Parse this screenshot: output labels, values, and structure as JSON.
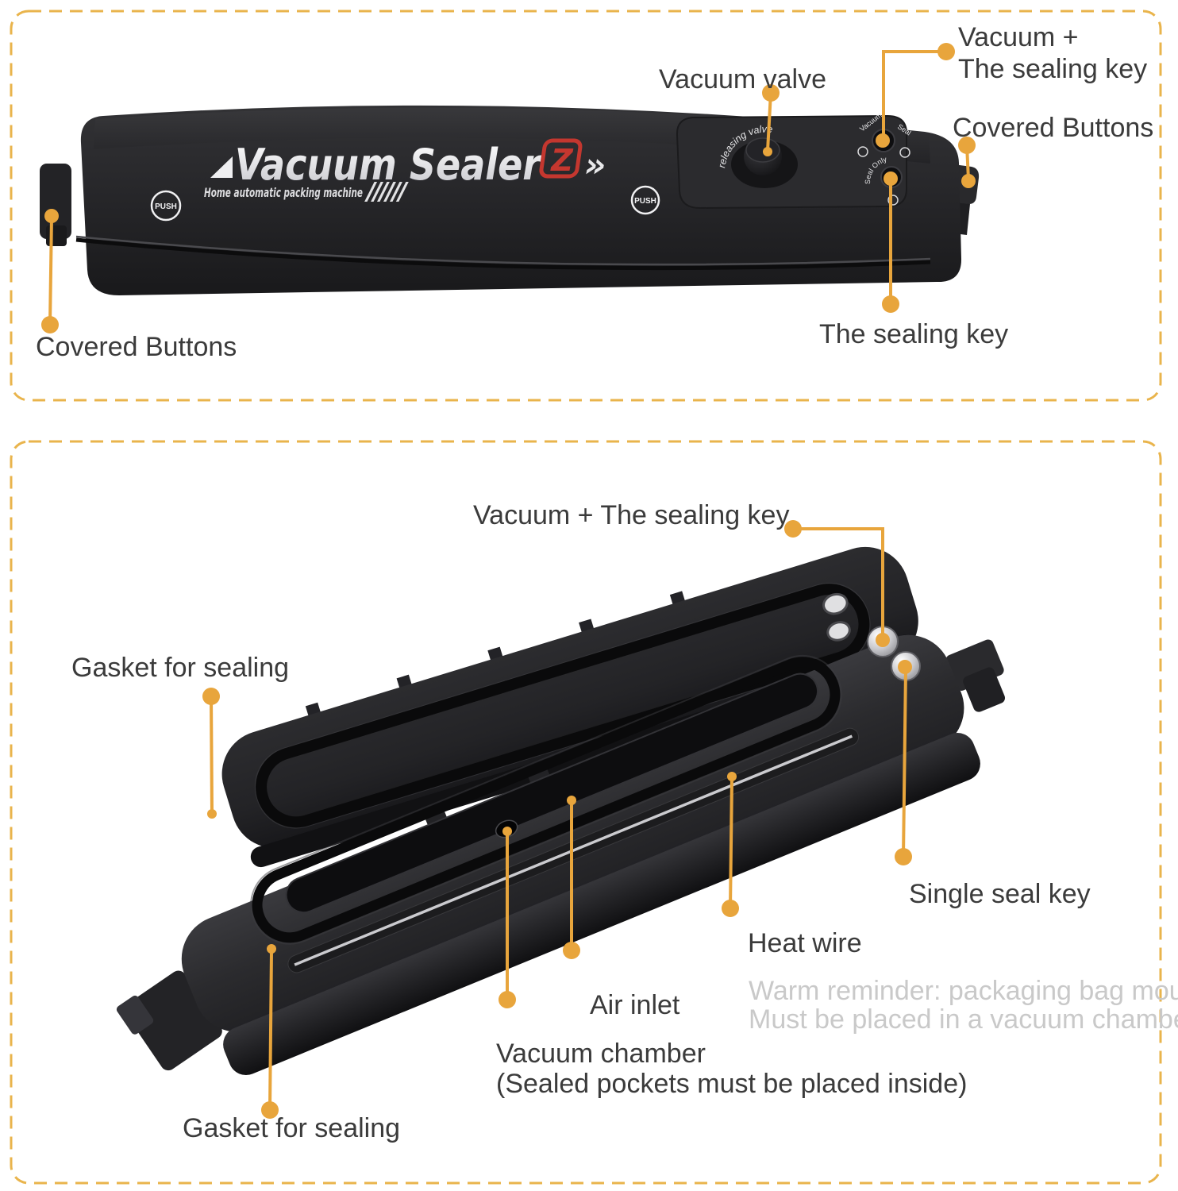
{
  "accent": {
    "panel_border_color": "#e9b44c",
    "leader_color": "#e8a53c",
    "label_color": "#3b3b3b",
    "reminder_color": "#c9c9c9",
    "brand_z_color": "#c4372f"
  },
  "top_panel": {
    "device": {
      "brand": "Vacuum Sealer",
      "brand_z": "Z",
      "brand_chevrons": "»",
      "subtitle": "Home automatic packing machine",
      "subtitle_slashes": "//////",
      "push_label_left": "PUSH",
      "push_label_right": "PUSH",
      "valve_text": "releasing valve",
      "button1_text_left": "Vacuum",
      "button1_text_right": "Seal",
      "button2_text": "Seal Only"
    },
    "labels": {
      "vacuum_valve": "Vacuum valve",
      "vacuum_seal_line1": "Vacuum +",
      "vacuum_seal_line2": "The sealing key",
      "covered_buttons_right": "Covered Buttons",
      "sealing_key": "The sealing key",
      "covered_buttons_left": "Covered Buttons"
    }
  },
  "bottom_panel": {
    "labels": {
      "vacuum_seal": "Vacuum + The sealing key",
      "gasket_top": "Gasket for sealing",
      "single_seal_key": "Single seal key",
      "heat_wire": "Heat wire",
      "air_inlet": "Air inlet",
      "vacuum_chamber_line1": "Vacuum chamber",
      "vacuum_chamber_line2": "(Sealed pockets must be placed inside)",
      "gasket_bottom": "Gasket for sealing",
      "reminder_line1": "Warm reminder: packaging bag mouth",
      "reminder_line2": "Must be placed in a vacuum chamber"
    }
  }
}
